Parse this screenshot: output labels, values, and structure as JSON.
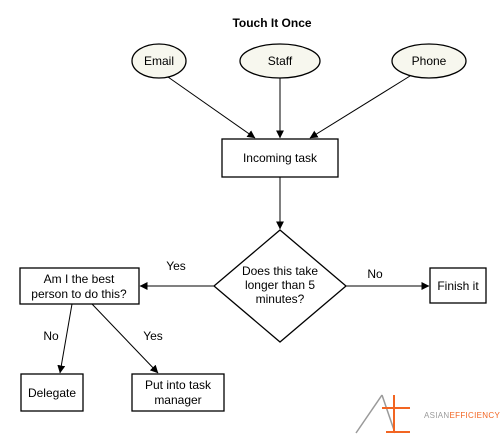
{
  "title": "Touch It Once",
  "nodes": {
    "email": "Email",
    "staff": "Staff",
    "phone": "Phone",
    "incoming_task": "Incoming task",
    "decision": [
      "Does this take",
      "longer than 5",
      "minutes?"
    ],
    "finish": "Finish it",
    "best_person": [
      "Am I the best",
      "person to do this?"
    ],
    "delegate": "Delegate",
    "task_manager": [
      "Put into task",
      "manager"
    ]
  },
  "edges": {
    "yes_left": "Yes",
    "no_right": "No",
    "no_delegate": "No",
    "yes_task": "Yes"
  },
  "logo": {
    "part1": "ASIAN",
    "part2": "EFFICIENCY",
    "colors": {
      "gray": "#9a9a9a",
      "orange": "#f26522"
    }
  },
  "colors": {
    "ellipse_fill": "#f7f7ee",
    "stroke": "#000000"
  }
}
